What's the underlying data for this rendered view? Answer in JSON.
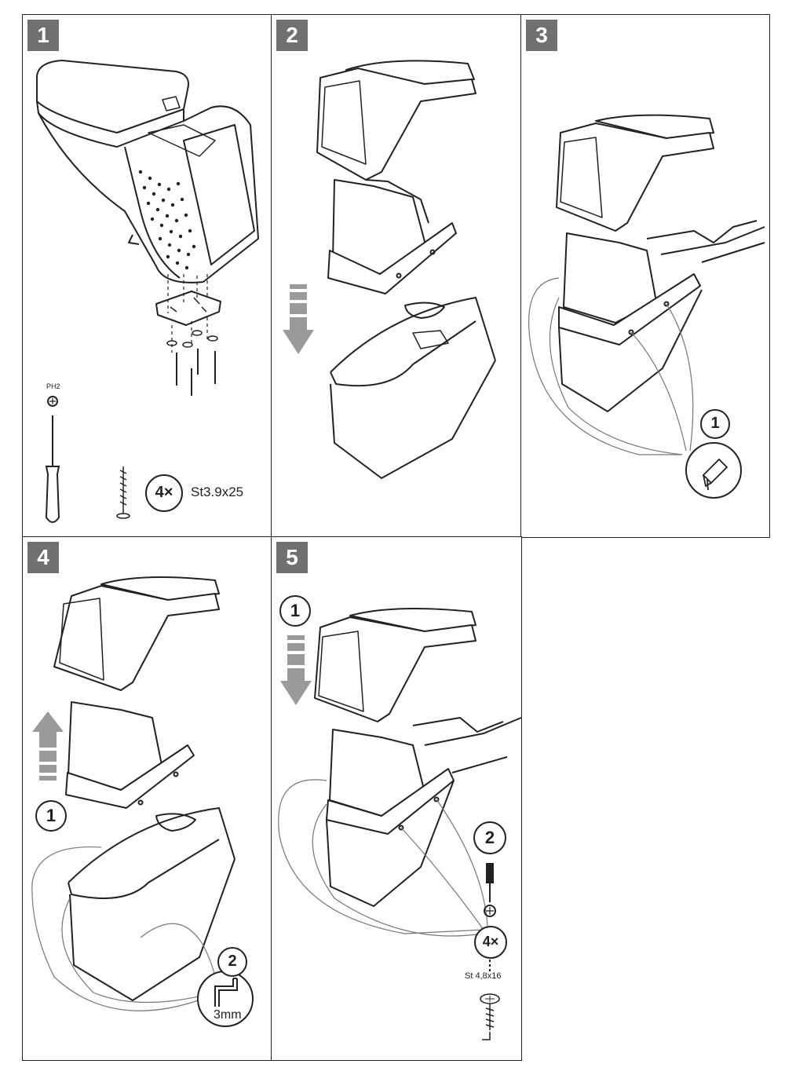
{
  "steps": [
    {
      "number": "1"
    },
    {
      "number": "2"
    },
    {
      "number": "3"
    },
    {
      "number": "4"
    },
    {
      "number": "5"
    }
  ],
  "step1": {
    "tool_label": "PH2",
    "screw_qty": "4×",
    "screw_spec": "St3.9x25"
  },
  "step3": {
    "callout": "1"
  },
  "step4": {
    "callout_up": "1",
    "callout_drill": "2",
    "drill_size": "3mm"
  },
  "step5": {
    "callout_down": "1",
    "callout_screw": "2",
    "screw_qty": "4×",
    "screw_spec": "St 4,8x16"
  },
  "colors": {
    "line": "#222222",
    "badge": "#707070",
    "arrow": "#9a9a9a"
  }
}
